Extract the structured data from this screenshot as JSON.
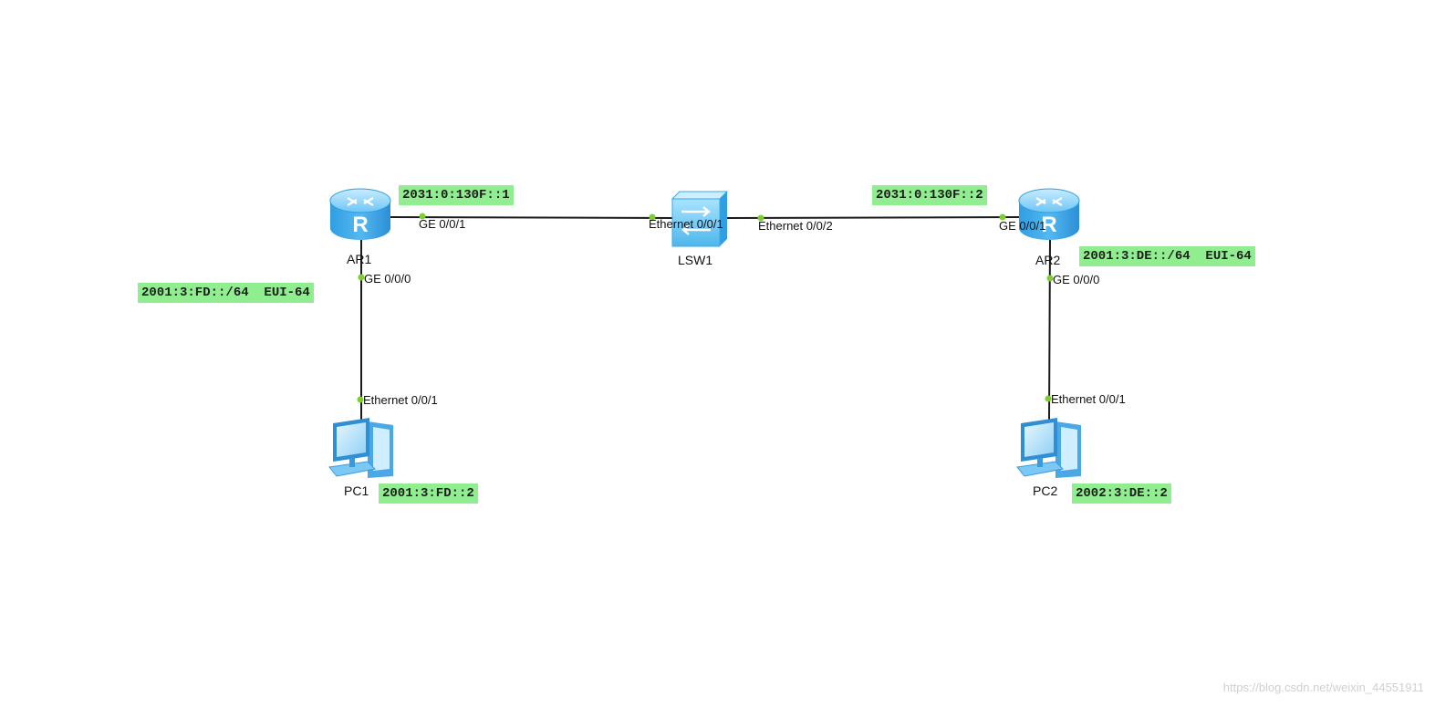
{
  "devices": {
    "ar1": {
      "label": "AR1",
      "type": "router",
      "icon": "router-icon"
    },
    "ar2": {
      "label": "AR2",
      "type": "router",
      "icon": "router-icon"
    },
    "lsw1": {
      "label": "LSW1",
      "type": "switch",
      "icon": "switch-icon"
    },
    "pc1": {
      "label": "PC1",
      "type": "pc",
      "icon": "pc-icon"
    },
    "pc2": {
      "label": "PC2",
      "type": "pc",
      "icon": "pc-icon"
    }
  },
  "ports": {
    "ar1_ge001": "GE 0/0/1",
    "ar1_ge000": "GE 0/0/0",
    "lsw1_e001": "Ethernet 0/0/1",
    "lsw1_e002": "Ethernet 0/0/2",
    "ar2_ge001": "GE 0/0/1",
    "ar2_ge000": "GE 0/0/0",
    "pc1_e001": "Ethernet 0/0/1",
    "pc2_e001": "Ethernet 0/0/1"
  },
  "links": [
    {
      "from": "AR1",
      "from_port": "GE 0/0/1",
      "to": "LSW1",
      "to_port": "Ethernet 0/0/1"
    },
    {
      "from": "LSW1",
      "from_port": "Ethernet 0/0/2",
      "to": "AR2",
      "to_port": "GE 0/0/1"
    },
    {
      "from": "AR1",
      "from_port": "GE 0/0/0",
      "to": "PC1",
      "to_port": "Ethernet 0/0/1"
    },
    {
      "from": "AR2",
      "from_port": "GE 0/0/0",
      "to": "PC2",
      "to_port": "Ethernet 0/0/1"
    }
  ],
  "addresses": {
    "ar1_ge001": "2031:0:130F::1",
    "ar2_ge001": "2031:0:130F::2",
    "ar1_ge000": "2001:3:FD::/64  EUI-64",
    "ar2_ge000": "2001:3:DE::/64  EUI-64",
    "pc1": "2001:3:FD::2",
    "pc2": "2002:3:DE::2"
  },
  "colors": {
    "link": "#1a1a1a",
    "port_dot": "#7ccf2c",
    "address_bg": "#90ee90",
    "router_body": "#3aa8e8",
    "switch_body": "#5cc0ee",
    "pc_body": "#5fb6ef"
  },
  "watermark": "https://blog.csdn.net/weixin_44551911"
}
